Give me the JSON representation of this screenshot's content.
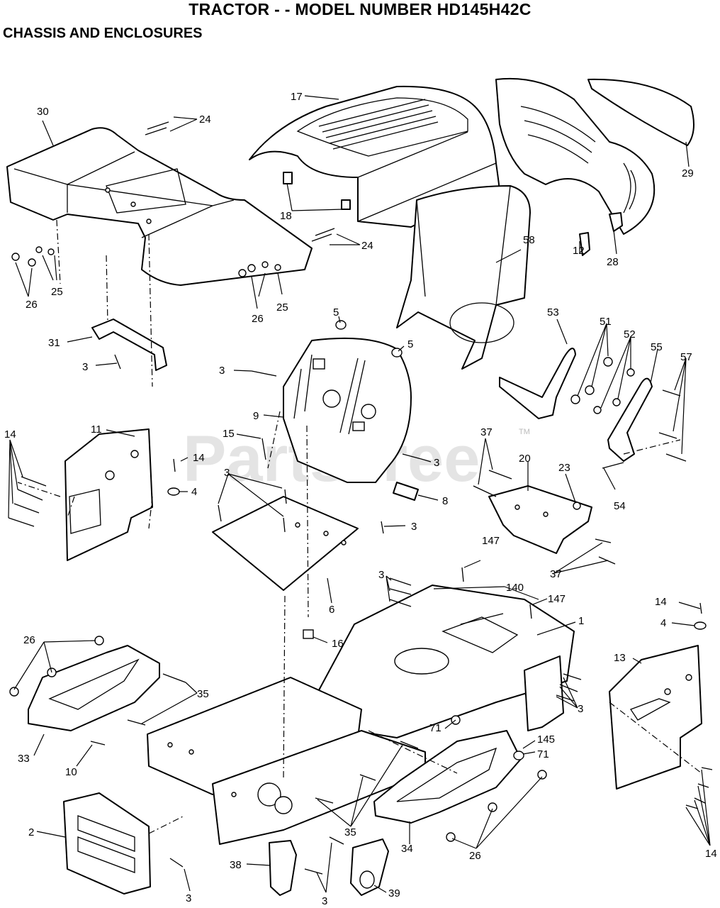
{
  "header": {
    "title": "TRACTOR - - MODEL NUMBER HD145H42C",
    "subtitle": "CHASSIS AND ENCLOSURES"
  },
  "watermark": {
    "text": "PartsTree",
    "tm": "TM"
  },
  "callouts": {
    "c30": "30",
    "c24a": "24",
    "c17": "17",
    "c29": "29",
    "c18": "18",
    "c24b": "24",
    "c12": "12",
    "c28": "28",
    "c58": "58",
    "c25a": "25",
    "c26a": "26",
    "c26b": "26",
    "c25b": "25",
    "c5a": "5",
    "c5b": "5",
    "c53": "53",
    "c51": "51",
    "c52": "52",
    "c55": "55",
    "c57": "57",
    "c31": "31",
    "c3a": "3",
    "c3b": "3",
    "c9": "9",
    "c14a": "14",
    "c11": "11",
    "c15": "15",
    "c14b": "14",
    "c3c": "3",
    "c4a": "4",
    "c3d": "3",
    "c37a": "37",
    "c20": "20",
    "c23": "23",
    "c54": "54",
    "c8": "8",
    "c3e": "3",
    "c147a": "147",
    "c37b": "37",
    "c6": "6",
    "c3f": "3",
    "c140": "140",
    "c147b": "147",
    "c14c": "14",
    "c4b": "4",
    "c26c": "26",
    "c16": "16",
    "c1": "1",
    "c13": "13",
    "c35a": "35",
    "c3g": "3",
    "c33": "33",
    "c10": "10",
    "c71a": "71",
    "c145": "145",
    "c71b": "71",
    "c2": "2",
    "c35b": "35",
    "c34": "34",
    "c14d": "14",
    "c26d": "26",
    "c3h": "3",
    "c38": "38",
    "c3i": "3",
    "c39": "39"
  }
}
